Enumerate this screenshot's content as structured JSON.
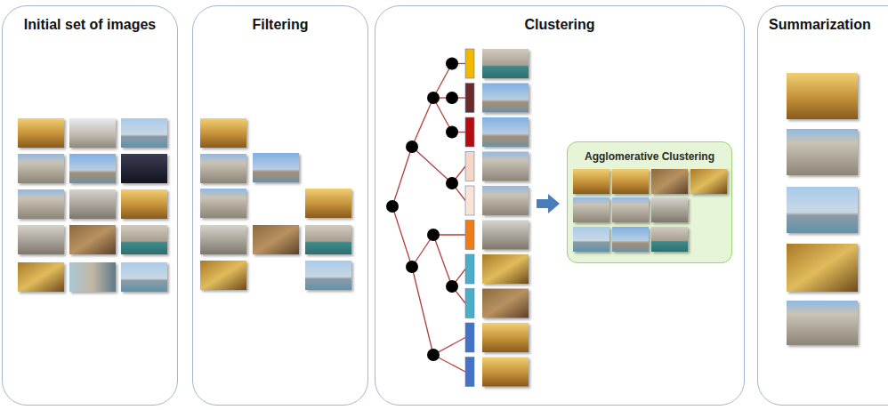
{
  "diagram": {
    "nodes": [
      {
        "text": [
          "Initial set of images"
        ]
      },
      {
        "text": [
          "Filtering"
        ]
      },
      {
        "text": [
          "Clustering"
        ]
      },
      {
        "text": [
          "Agglomerative Clustering"
        ],
        "in": 2
      },
      {
        "text": [
          "Summarization"
        ]
      }
    ]
  }
}
